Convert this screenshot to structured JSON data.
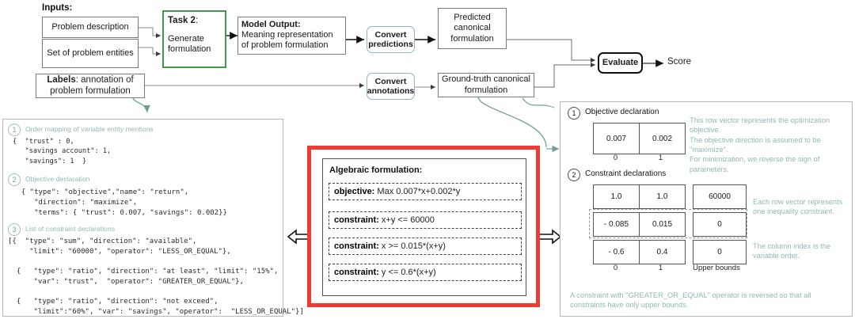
{
  "flow": {
    "inputs_title": "Inputs:",
    "input1": "Problem description",
    "input2": "Set of problem entities",
    "labels_bold": "Labels",
    "labels_rest": ": annotation of problem formulation",
    "task_bold": "Task 2",
    "task_colon": ":",
    "task_body": "Generate formulation",
    "model_output_bold": "Model Output:",
    "model_output_body": "Meaning   representation of problem formulation",
    "convert_predictions": "Convert predictions",
    "convert_annotations": "Convert annotations",
    "predicted_canonical": "Predicted canonical formulation",
    "ground_truth_canonical": "Ground-truth canonical formulation",
    "evaluate": "Evaluate",
    "score": "Score"
  },
  "left_panel": {
    "sections": [
      {
        "num": "1",
        "title": "Order mapping of variable entity mentions"
      },
      {
        "num": "2",
        "title": "Objective declaration"
      },
      {
        "num": "3",
        "title": "List of constraint declarations"
      }
    ],
    "order_mapping_json": "{  \"trust\" : 0,\n   \"savings account\": 1,\n   \"savings\": 1  }",
    "objective_json": "  { \"type\": \"objective\",\"name\": \"return\",\n     \"direction\": \"maximize\",\n     \"terms\": { \"trust\": 0.007, \"savings\": 0.002}}",
    "constraints_json_1": "[{  \"type\": \"sum\", \"direction\": \"available\",\n     \"limit\": \"60000\", \"operator\": \"LESS_OR_EQUAL\"},",
    "constraints_json_2": "  {   \"type\": \"ratio\", \"direction\": \"at least\", \"limit\": \"15%\",\n      \"var\": \"trust\",  \"operator\": \"GREATER_OR_EQUAL\"},",
    "constraints_json_3": "  {   \"type\": \"ratio\", \"direction\": \"not exceed\",\n      \"limit\":\"60%\", \"var\": \"savings\", \"operator\":  \"LESS_OR_EQUAL\"}]"
  },
  "center_panel": {
    "title": "Algebraic formulation:",
    "rows": [
      {
        "label": "objective:",
        "expr": " Max 0.007*x+0.002*y"
      },
      {
        "label": "constraint:",
        "expr": " x+y <= 60000"
      },
      {
        "label": "constraint:",
        "expr": " x >= 0.015*(x+y)"
      },
      {
        "label": "constraint:",
        "expr": " y <= 0.6*(x+y)"
      }
    ]
  },
  "right_panel": {
    "section1_num": "1",
    "section1_title": "Objective declaration",
    "section2_num": "2",
    "section2_title": "Constraint declarations",
    "objective_vector": [
      "0.007",
      "0.002"
    ],
    "objective_index": [
      "0",
      "1"
    ],
    "objective_note": "This row vector represents the optimization objective.\nThe objective direction is assumed to be \"maximize\".\nFor minimization, we reverse the sign of parameters.",
    "constraint_matrix": [
      [
        "1.0",
        "1.0",
        "60000"
      ],
      [
        "- 0.085",
        "0.015",
        "0"
      ],
      [
        "- 0.6",
        "0.4",
        "0"
      ]
    ],
    "constraint_index": [
      "0",
      "1",
      "Upper bounds"
    ],
    "constraint_note_1": "Each row vector represents one inequality constraint.",
    "constraint_note_2": "The column index is the variable order.",
    "footer_note": "A constraint with \"GREATER_OR_EQUAL\" operator is reversed so that all constraints have only upper bounds."
  },
  "colors": {
    "red_highlight": "#ee3b33",
    "green_task": "#3f9a4f",
    "teal_note": "#8dbab3",
    "connector": "#6f9f98"
  }
}
